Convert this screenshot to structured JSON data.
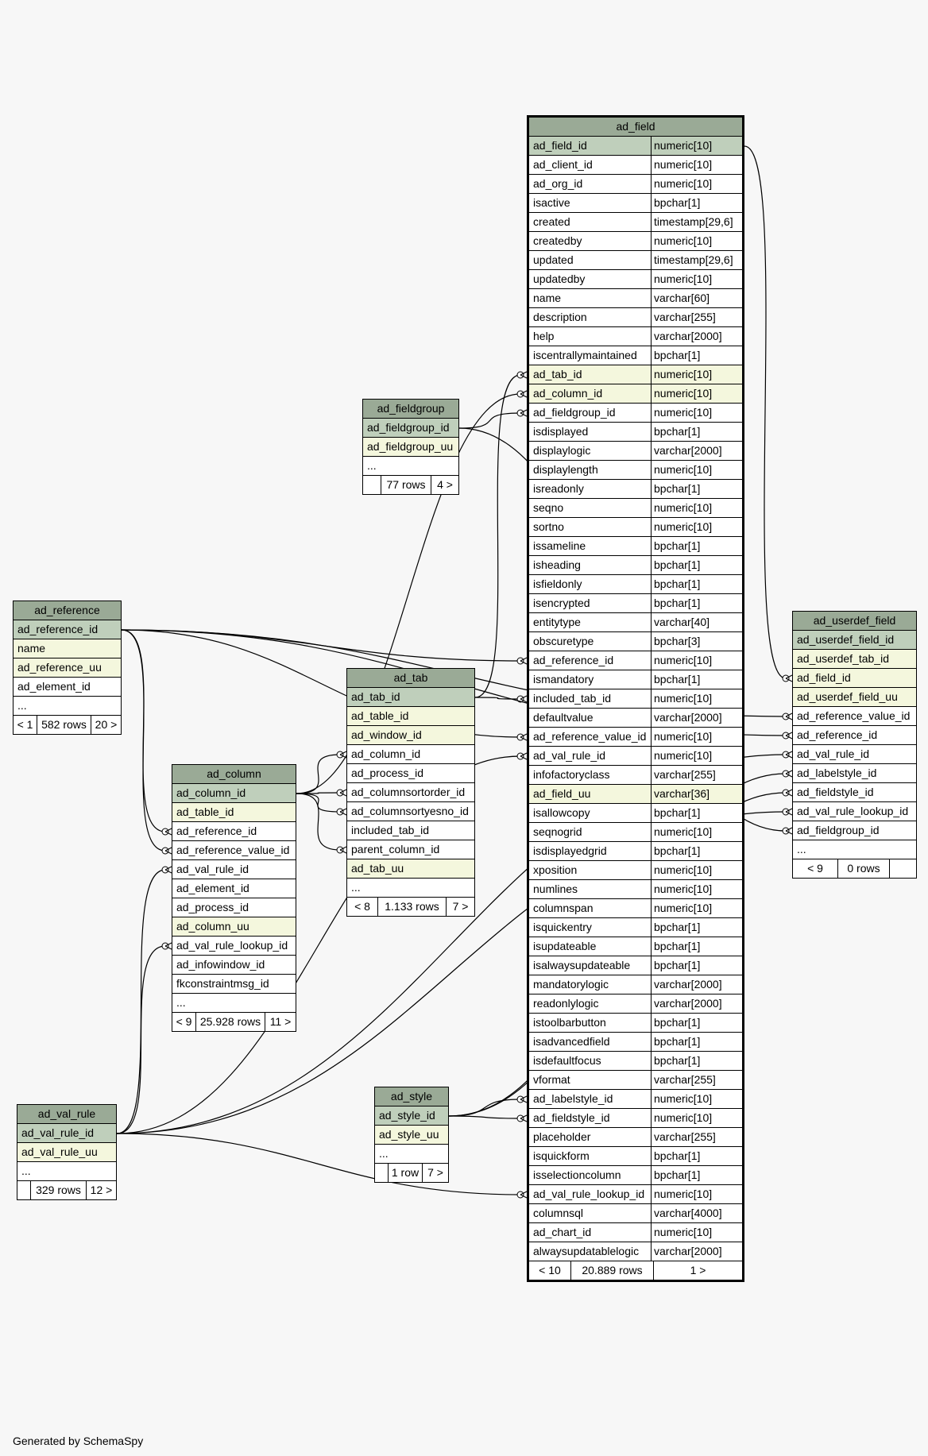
{
  "footer_text": "Generated by SchemaSpy",
  "tables": {
    "ad_field": {
      "title": "ad_field",
      "columns": [
        {
          "name": "ad_field_id",
          "type": "numeric[10]",
          "kind": "pk"
        },
        {
          "name": "ad_client_id",
          "type": "numeric[10]",
          "kind": ""
        },
        {
          "name": "ad_org_id",
          "type": "numeric[10]",
          "kind": ""
        },
        {
          "name": "isactive",
          "type": "bpchar[1]",
          "kind": ""
        },
        {
          "name": "created",
          "type": "timestamp[29,6]",
          "kind": ""
        },
        {
          "name": "createdby",
          "type": "numeric[10]",
          "kind": ""
        },
        {
          "name": "updated",
          "type": "timestamp[29,6]",
          "kind": ""
        },
        {
          "name": "updatedby",
          "type": "numeric[10]",
          "kind": ""
        },
        {
          "name": "name",
          "type": "varchar[60]",
          "kind": ""
        },
        {
          "name": "description",
          "type": "varchar[255]",
          "kind": ""
        },
        {
          "name": "help",
          "type": "varchar[2000]",
          "kind": ""
        },
        {
          "name": "iscentrallymaintained",
          "type": "bpchar[1]",
          "kind": ""
        },
        {
          "name": "ad_tab_id",
          "type": "numeric[10]",
          "kind": "uk"
        },
        {
          "name": "ad_column_id",
          "type": "numeric[10]",
          "kind": "uk"
        },
        {
          "name": "ad_fieldgroup_id",
          "type": "numeric[10]",
          "kind": ""
        },
        {
          "name": "isdisplayed",
          "type": "bpchar[1]",
          "kind": ""
        },
        {
          "name": "displaylogic",
          "type": "varchar[2000]",
          "kind": ""
        },
        {
          "name": "displaylength",
          "type": "numeric[10]",
          "kind": ""
        },
        {
          "name": "isreadonly",
          "type": "bpchar[1]",
          "kind": ""
        },
        {
          "name": "seqno",
          "type": "numeric[10]",
          "kind": ""
        },
        {
          "name": "sortno",
          "type": "numeric[10]",
          "kind": ""
        },
        {
          "name": "issameline",
          "type": "bpchar[1]",
          "kind": ""
        },
        {
          "name": "isheading",
          "type": "bpchar[1]",
          "kind": ""
        },
        {
          "name": "isfieldonly",
          "type": "bpchar[1]",
          "kind": ""
        },
        {
          "name": "isencrypted",
          "type": "bpchar[1]",
          "kind": ""
        },
        {
          "name": "entitytype",
          "type": "varchar[40]",
          "kind": ""
        },
        {
          "name": "obscuretype",
          "type": "bpchar[3]",
          "kind": ""
        },
        {
          "name": "ad_reference_id",
          "type": "numeric[10]",
          "kind": ""
        },
        {
          "name": "ismandatory",
          "type": "bpchar[1]",
          "kind": ""
        },
        {
          "name": "included_tab_id",
          "type": "numeric[10]",
          "kind": ""
        },
        {
          "name": "defaultvalue",
          "type": "varchar[2000]",
          "kind": ""
        },
        {
          "name": "ad_reference_value_id",
          "type": "numeric[10]",
          "kind": ""
        },
        {
          "name": "ad_val_rule_id",
          "type": "numeric[10]",
          "kind": ""
        },
        {
          "name": "infofactoryclass",
          "type": "varchar[255]",
          "kind": ""
        },
        {
          "name": "ad_field_uu",
          "type": "varchar[36]",
          "kind": "uk"
        },
        {
          "name": "isallowcopy",
          "type": "bpchar[1]",
          "kind": ""
        },
        {
          "name": "seqnogrid",
          "type": "numeric[10]",
          "kind": ""
        },
        {
          "name": "isdisplayedgrid",
          "type": "bpchar[1]",
          "kind": ""
        },
        {
          "name": "xposition",
          "type": "numeric[10]",
          "kind": ""
        },
        {
          "name": "numlines",
          "type": "numeric[10]",
          "kind": ""
        },
        {
          "name": "columnspan",
          "type": "numeric[10]",
          "kind": ""
        },
        {
          "name": "isquickentry",
          "type": "bpchar[1]",
          "kind": ""
        },
        {
          "name": "isupdateable",
          "type": "bpchar[1]",
          "kind": ""
        },
        {
          "name": "isalwaysupdateable",
          "type": "bpchar[1]",
          "kind": ""
        },
        {
          "name": "mandatorylogic",
          "type": "varchar[2000]",
          "kind": ""
        },
        {
          "name": "readonlylogic",
          "type": "varchar[2000]",
          "kind": ""
        },
        {
          "name": "istoolbarbutton",
          "type": "bpchar[1]",
          "kind": ""
        },
        {
          "name": "isadvancedfield",
          "type": "bpchar[1]",
          "kind": ""
        },
        {
          "name": "isdefaultfocus",
          "type": "bpchar[1]",
          "kind": ""
        },
        {
          "name": "vformat",
          "type": "varchar[255]",
          "kind": ""
        },
        {
          "name": "ad_labelstyle_id",
          "type": "numeric[10]",
          "kind": ""
        },
        {
          "name": "ad_fieldstyle_id",
          "type": "numeric[10]",
          "kind": ""
        },
        {
          "name": "placeholder",
          "type": "varchar[255]",
          "kind": ""
        },
        {
          "name": "isquickform",
          "type": "bpchar[1]",
          "kind": ""
        },
        {
          "name": "isselectioncolumn",
          "type": "bpchar[1]",
          "kind": ""
        },
        {
          "name": "ad_val_rule_lookup_id",
          "type": "numeric[10]",
          "kind": ""
        },
        {
          "name": "columnsql",
          "type": "varchar[4000]",
          "kind": ""
        },
        {
          "name": "ad_chart_id",
          "type": "numeric[10]",
          "kind": ""
        },
        {
          "name": "alwaysupdatablelogic",
          "type": "varchar[2000]",
          "kind": ""
        }
      ],
      "footer": [
        "< 10",
        "20.889 rows",
        "1 >"
      ]
    },
    "ad_fieldgroup": {
      "title": "ad_fieldgroup",
      "columns": [
        {
          "name": "ad_fieldgroup_id",
          "kind": "pk"
        },
        {
          "name": "ad_fieldgroup_uu",
          "kind": "uk"
        },
        {
          "name": "...",
          "kind": ""
        }
      ],
      "footer": [
        "",
        "77 rows",
        "4 >"
      ]
    },
    "ad_reference": {
      "title": "ad_reference",
      "columns": [
        {
          "name": "ad_reference_id",
          "kind": "pk"
        },
        {
          "name": "name",
          "kind": "uk"
        },
        {
          "name": "ad_reference_uu",
          "kind": "uk"
        },
        {
          "name": "ad_element_id",
          "kind": ""
        },
        {
          "name": "...",
          "kind": ""
        }
      ],
      "footer": [
        "< 1",
        "582 rows",
        "20 >"
      ]
    },
    "ad_tab": {
      "title": "ad_tab",
      "columns": [
        {
          "name": "ad_tab_id",
          "kind": "pk"
        },
        {
          "name": "ad_table_id",
          "kind": "uk"
        },
        {
          "name": "ad_window_id",
          "kind": "uk"
        },
        {
          "name": "ad_column_id",
          "kind": ""
        },
        {
          "name": "ad_process_id",
          "kind": ""
        },
        {
          "name": "ad_columnsortorder_id",
          "kind": ""
        },
        {
          "name": "ad_columnsortyesno_id",
          "kind": ""
        },
        {
          "name": "included_tab_id",
          "kind": ""
        },
        {
          "name": "parent_column_id",
          "kind": ""
        },
        {
          "name": "ad_tab_uu",
          "kind": "uk"
        },
        {
          "name": "...",
          "kind": ""
        }
      ],
      "footer": [
        "< 8",
        "1.133 rows",
        "7 >"
      ]
    },
    "ad_column": {
      "title": "ad_column",
      "columns": [
        {
          "name": "ad_column_id",
          "kind": "pk"
        },
        {
          "name": "ad_table_id",
          "kind": "uk"
        },
        {
          "name": "ad_reference_id",
          "kind": ""
        },
        {
          "name": "ad_reference_value_id",
          "kind": ""
        },
        {
          "name": "ad_val_rule_id",
          "kind": ""
        },
        {
          "name": "ad_element_id",
          "kind": ""
        },
        {
          "name": "ad_process_id",
          "kind": ""
        },
        {
          "name": "ad_column_uu",
          "kind": "uk"
        },
        {
          "name": "ad_val_rule_lookup_id",
          "kind": ""
        },
        {
          "name": "ad_infowindow_id",
          "kind": ""
        },
        {
          "name": "fkconstraintmsg_id",
          "kind": ""
        },
        {
          "name": "...",
          "kind": ""
        }
      ],
      "footer": [
        "< 9",
        "25.928 rows",
        "11 >"
      ]
    },
    "ad_userdef_field": {
      "title": "ad_userdef_field",
      "columns": [
        {
          "name": "ad_userdef_field_id",
          "kind": "pk"
        },
        {
          "name": "ad_userdef_tab_id",
          "kind": "uk"
        },
        {
          "name": "ad_field_id",
          "kind": "uk"
        },
        {
          "name": "ad_userdef_field_uu",
          "kind": "uk"
        },
        {
          "name": "ad_reference_value_id",
          "kind": ""
        },
        {
          "name": "ad_reference_id",
          "kind": ""
        },
        {
          "name": "ad_val_rule_id",
          "kind": ""
        },
        {
          "name": "ad_labelstyle_id",
          "kind": ""
        },
        {
          "name": "ad_fieldstyle_id",
          "kind": ""
        },
        {
          "name": "ad_val_rule_lookup_id",
          "kind": ""
        },
        {
          "name": "ad_fieldgroup_id",
          "kind": ""
        },
        {
          "name": "...",
          "kind": ""
        }
      ],
      "footer": [
        "< 9",
        "0 rows",
        ""
      ]
    },
    "ad_val_rule": {
      "title": "ad_val_rule",
      "columns": [
        {
          "name": "ad_val_rule_id",
          "kind": "pk"
        },
        {
          "name": "ad_val_rule_uu",
          "kind": "uk"
        },
        {
          "name": "...",
          "kind": ""
        }
      ],
      "footer": [
        "",
        "329 rows",
        "12 >"
      ]
    },
    "ad_style": {
      "title": "ad_style",
      "columns": [
        {
          "name": "ad_style_id",
          "kind": "pk"
        },
        {
          "name": "ad_style_uu",
          "kind": "uk"
        },
        {
          "name": "...",
          "kind": ""
        }
      ],
      "footer": [
        "",
        "1 row",
        "7 >"
      ]
    }
  },
  "relationships": [
    {
      "from": "ad_field.ad_tab_id",
      "to": "ad_tab.ad_tab_id"
    },
    {
      "from": "ad_field.ad_column_id",
      "to": "ad_column.ad_column_id"
    },
    {
      "from": "ad_field.ad_fieldgroup_id",
      "to": "ad_fieldgroup.ad_fieldgroup_id"
    },
    {
      "from": "ad_field.ad_reference_id",
      "to": "ad_reference.ad_reference_id"
    },
    {
      "from": "ad_field.included_tab_id",
      "to": "ad_tab.ad_tab_id"
    },
    {
      "from": "ad_field.ad_reference_value_id",
      "to": "ad_reference.ad_reference_id"
    },
    {
      "from": "ad_field.ad_val_rule_id",
      "to": "ad_val_rule.ad_val_rule_id"
    },
    {
      "from": "ad_field.ad_labelstyle_id",
      "to": "ad_style.ad_style_id"
    },
    {
      "from": "ad_field.ad_fieldstyle_id",
      "to": "ad_style.ad_style_id"
    },
    {
      "from": "ad_field.ad_val_rule_lookup_id",
      "to": "ad_val_rule.ad_val_rule_id"
    },
    {
      "from": "ad_tab.ad_column_id",
      "to": "ad_column.ad_column_id"
    },
    {
      "from": "ad_tab.ad_columnsortorder_id",
      "to": "ad_column.ad_column_id"
    },
    {
      "from": "ad_tab.ad_columnsortyesno_id",
      "to": "ad_column.ad_column_id"
    },
    {
      "from": "ad_tab.parent_column_id",
      "to": "ad_column.ad_column_id"
    },
    {
      "from": "ad_column.ad_reference_id",
      "to": "ad_reference.ad_reference_id"
    },
    {
      "from": "ad_column.ad_reference_value_id",
      "to": "ad_reference.ad_reference_id"
    },
    {
      "from": "ad_column.ad_val_rule_id",
      "to": "ad_val_rule.ad_val_rule_id"
    },
    {
      "from": "ad_column.ad_val_rule_lookup_id",
      "to": "ad_val_rule.ad_val_rule_id"
    },
    {
      "from": "ad_userdef_field.ad_field_id",
      "to": "ad_field.ad_field_id"
    },
    {
      "from": "ad_userdef_field.ad_reference_value_id",
      "to": "ad_reference.ad_reference_id"
    },
    {
      "from": "ad_userdef_field.ad_reference_id",
      "to": "ad_reference.ad_reference_id"
    },
    {
      "from": "ad_userdef_field.ad_val_rule_id",
      "to": "ad_val_rule.ad_val_rule_id"
    },
    {
      "from": "ad_userdef_field.ad_labelstyle_id",
      "to": "ad_style.ad_style_id"
    },
    {
      "from": "ad_userdef_field.ad_fieldstyle_id",
      "to": "ad_style.ad_style_id"
    },
    {
      "from": "ad_userdef_field.ad_val_rule_lookup_id",
      "to": "ad_val_rule.ad_val_rule_id"
    },
    {
      "from": "ad_userdef_field.ad_fieldgroup_id",
      "to": "ad_fieldgroup.ad_fieldgroup_id"
    }
  ]
}
